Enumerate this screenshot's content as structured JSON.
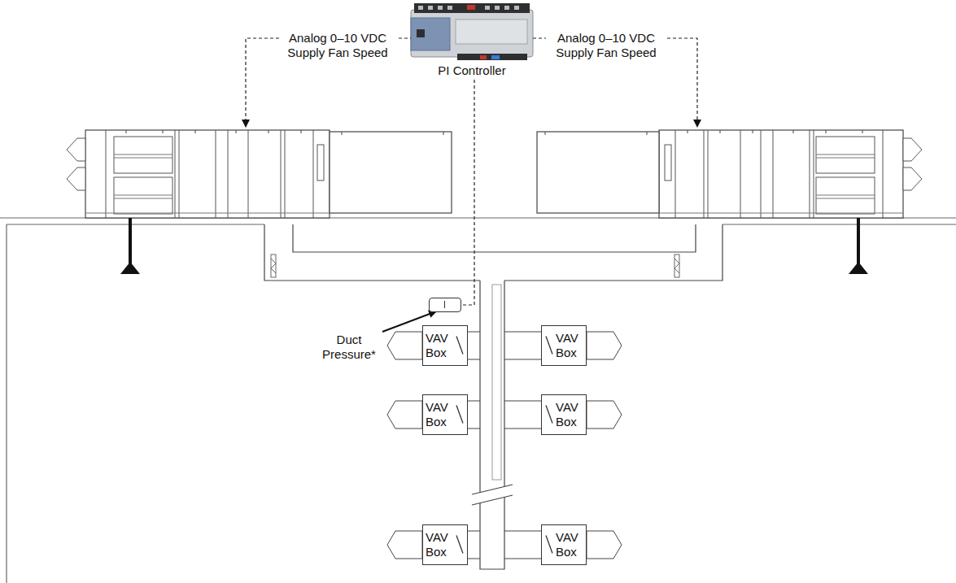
{
  "diagram": {
    "nodes": [
      {
        "text": [
          "PI Controller"
        ]
      },
      {
        "text": [
          "Duct Pressure*"
        ]
      },
      {
        "text": [
          "VAV Box"
        ]
      },
      {
        "text": [
          "VAV Box"
        ]
      },
      {
        "text": [
          "VAV Box"
        ]
      },
      {
        "text": [
          "VAV Box"
        ]
      },
      {
        "text": [
          "VAV Box"
        ]
      },
      {
        "text": [
          "VAV Box"
        ]
      }
    ],
    "edges": [
      {
        "from": 0,
        "to": 1,
        "arrow": "none"
      }
    ],
    "labels": [
      "Analog 0–10 VDC Supply Fan Speed",
      "Analog 0–10 VDC Supply Fan Speed"
    ]
  }
}
